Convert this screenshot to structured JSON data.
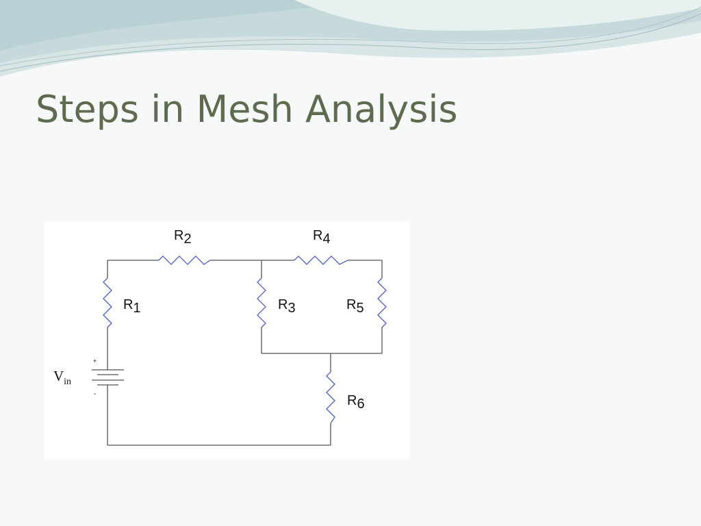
{
  "slide": {
    "title": "Steps in Mesh Analysis"
  },
  "circuit": {
    "source": {
      "symbol": "V",
      "subscript": "in",
      "plus": "+",
      "minus": "-"
    },
    "resistors": [
      {
        "id": "r1",
        "symbol": "R",
        "subscript": "1"
      },
      {
        "id": "r2",
        "symbol": "R",
        "subscript": "2"
      },
      {
        "id": "r3",
        "symbol": "R",
        "subscript": "3"
      },
      {
        "id": "r4",
        "symbol": "R",
        "subscript": "4"
      },
      {
        "id": "r5",
        "symbol": "R",
        "subscript": "5"
      },
      {
        "id": "r6",
        "symbol": "R",
        "subscript": "6"
      }
    ]
  },
  "colors": {
    "wire": "#555555",
    "resistor": "#4a5fc0",
    "title": "#5d6b50"
  }
}
